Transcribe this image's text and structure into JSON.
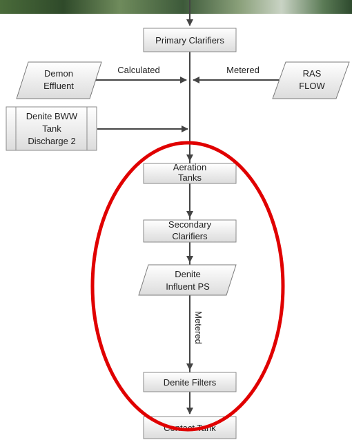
{
  "nodes": {
    "primary_clarifiers": [
      "Primary Clarifiers"
    ],
    "demon_effluent": [
      "Demon",
      "Effluent"
    ],
    "ras_flow": [
      "RAS",
      "FLOW"
    ],
    "denite_bww": [
      "Denite BWW",
      "Tank",
      "Discharge 2"
    ],
    "aeration_tanks": [
      "Aeration",
      "Tanks"
    ],
    "secondary_clarifiers": [
      "Secondary",
      "Clarifiers"
    ],
    "denite_influent_ps": [
      "Denite",
      "Influent PS"
    ],
    "denite_filters": [
      "Denite Filters"
    ],
    "contact_tank": [
      "Contact Tank"
    ]
  },
  "edge_labels": {
    "calculated": "Calculated",
    "metered_ras": "Metered",
    "metered_vertical": "Metered"
  },
  "colors": {
    "highlight_ellipse": "#e00000",
    "connector": "#444444",
    "box_border": "#8a8a8a",
    "box_fill_top": "#ffffff",
    "box_fill_bottom": "#dcdcdc"
  }
}
